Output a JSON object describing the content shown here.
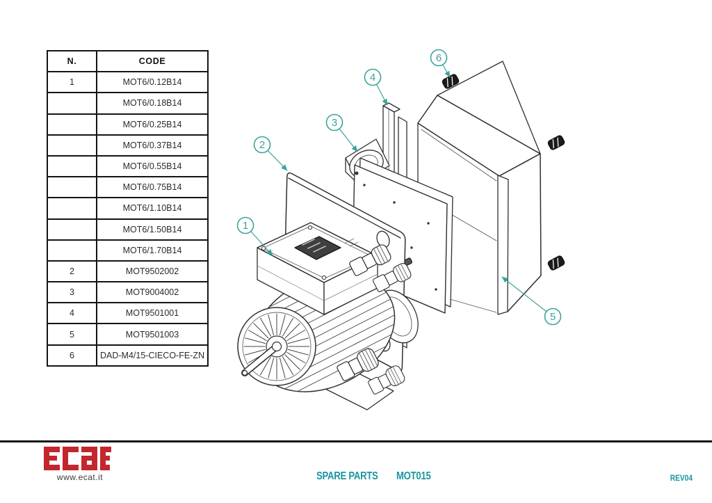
{
  "table": {
    "headers": [
      "N.",
      "CODE"
    ],
    "rows": [
      [
        "1",
        "MOT6/0.12B14"
      ],
      [
        "",
        "MOT6/0.18B14"
      ],
      [
        "",
        "MOT6/0.25B14"
      ],
      [
        "",
        "MOT6/0.37B14"
      ],
      [
        "",
        "MOT6/0.55B14"
      ],
      [
        "",
        "MOT6/0.75B14"
      ],
      [
        "",
        "MOT6/1.10B14"
      ],
      [
        "",
        "MOT6/1.50B14"
      ],
      [
        "",
        "MOT6/1.70B14"
      ],
      [
        "2",
        "MOT9502002"
      ],
      [
        "3",
        "MOT9004002"
      ],
      [
        "4",
        "MOT9501001"
      ],
      [
        "5",
        "MOT9501003"
      ],
      [
        "6",
        "DAD-M4/15-CIECO-FE-ZN"
      ]
    ]
  },
  "diagram": {
    "callouts": [
      {
        "label": "1"
      },
      {
        "label": "2"
      },
      {
        "label": "3"
      },
      {
        "label": "4"
      },
      {
        "label": "5"
      },
      {
        "label": "6"
      }
    ]
  },
  "footer": {
    "logo_text": "ecat",
    "website": "www.ecat.it",
    "doc_type": "SPARE PARTS",
    "doc_code": "MOT015",
    "revision": "REV04"
  },
  "colors": {
    "accent_teal": "#1a95a0",
    "callout_teal": "#3aa49c",
    "logo_red": "#c1272d",
    "line_color": "#2e2e2e"
  }
}
